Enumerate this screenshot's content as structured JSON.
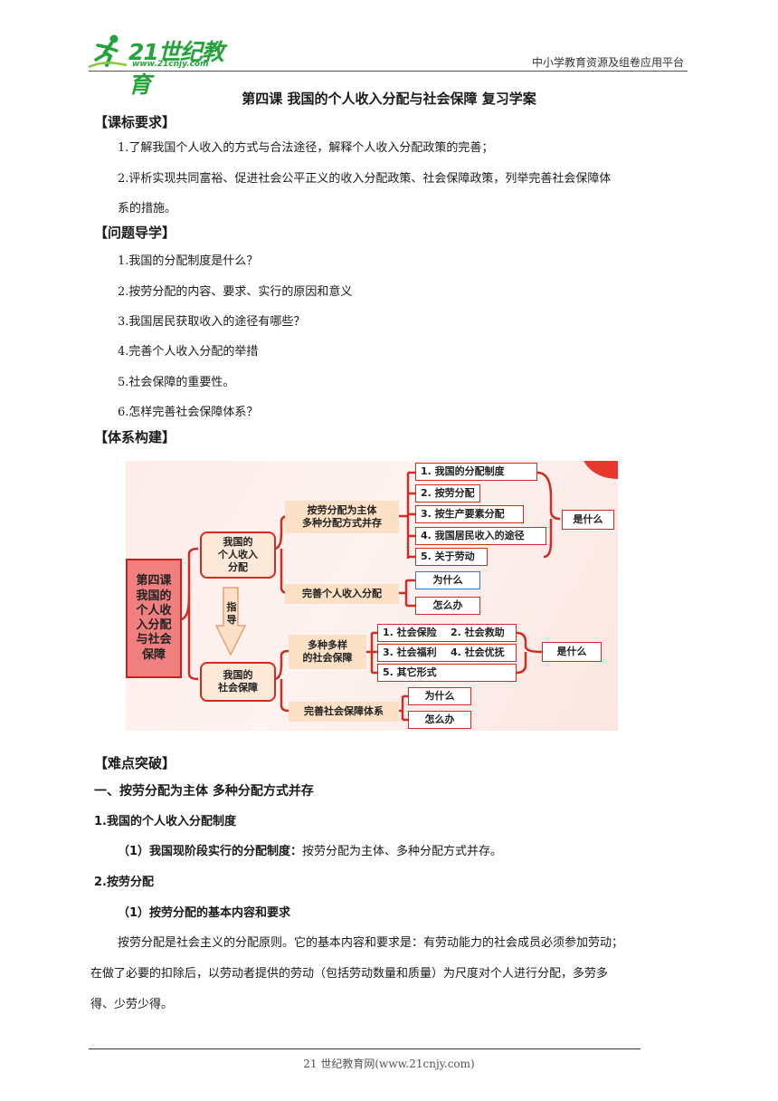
{
  "header": {
    "logo_text": "21世纪教育",
    "logo_url": "www.21cnjy.com",
    "right_text": "中小学教育资源及组卷应用平台"
  },
  "title": "第四课  我国的个人收入分配与社会保障  复习学案",
  "sections": {
    "standard": {
      "heading": "【课标要求】",
      "item1": "1.了解我国个人收入的方式与合法途径，解释个人收入分配政策的完善；",
      "item2a": "2.评析实现共同富裕、促进社会公平正义的收入分配政策、社会保障政策，列举完善社会保障体",
      "item2b": "系的措施。"
    },
    "questions": {
      "heading": "【问题导学】",
      "q1": "1.我国的分配制度是什么？",
      "q2": "2.按劳分配的内容、要求、实行的原因和意义",
      "q3": "3.我国居民获取收入的途径有哪些？",
      "q4": "4.完善个人收入分配的举措",
      "q5": "5.社会保障的重要性。",
      "q6": "6.怎样完善社会保障体系？"
    },
    "system": {
      "heading": "【体系构建】"
    },
    "difficulty": {
      "heading": "【难点突破】",
      "part1": "一、按劳分配为主体  多种分配方式并存",
      "sub1": "1.我国的个人收入分配制度",
      "sub1_1_bold": "（1）我国现阶段实行的分配制度：",
      "sub1_1_text": "按劳分配为主体、多种分配方式并存。",
      "sub2": "2.按劳分配",
      "sub2_1": "（1）按劳分配的基本内容和要求",
      "para_l1": "按劳分配是社会主义的分配原则。它的基本内容和要求是：有劳动能力的社会成员必须参加劳动；",
      "para_l2": "在做了必要的扣除后，以劳动者提供的劳动（包括劳动数量和质量）为尺度对个人进行分配，多劳多",
      "para_l3": "得、少劳少得。"
    }
  },
  "diagram": {
    "root": "第四课\n我国的\n个人收\n入分配\n与社会\n保障",
    "income": "我国的\n个人收入\n分配",
    "guide": "指\n导",
    "security": "我国的\n社会保障",
    "main_system": "按劳分配为主体\n多种分配方式并存",
    "improve_income": "完善个人收入分配",
    "sys_items": [
      "1. 我国的分配制度",
      "2. 按劳分配",
      "3. 按生产要素分配",
      "4. 我国居民收入的途径",
      "5. 关于劳动"
    ],
    "what1": "是什么",
    "why1": "为什么",
    "how1": "怎么办",
    "multi_security": "多种多样\n的社会保障",
    "sec_items": [
      "1. 社会保险    2. 社会救助",
      "3. 社会福利    4. 社会优抚",
      "5. 其它形式"
    ],
    "what2": "是什么",
    "improve_security": "完善社会保障体系",
    "why2": "为什么",
    "how2": "怎么办"
  },
  "footer": "21 世纪教育网(www.21cnjy.com)"
}
